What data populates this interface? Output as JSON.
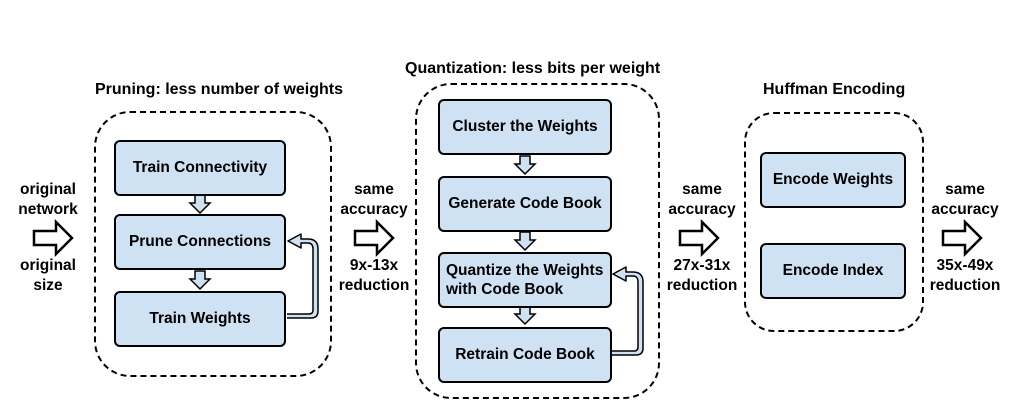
{
  "stages": {
    "pruning": {
      "title": "Pruning: less number of weights",
      "steps": [
        "Train Connectivity",
        "Prune Connections",
        "Train Weights"
      ]
    },
    "quantization": {
      "title": "Quantization: less bits per weight",
      "steps": [
        "Cluster the Weights",
        "Generate Code Book",
        "Quantize the Weights\nwith Code Book",
        "Retrain Code Book"
      ]
    },
    "huffman": {
      "title": "Huffman Encoding",
      "steps": [
        "Encode Weights",
        "Encode Index"
      ]
    }
  },
  "annotations": {
    "input_top": "original\nnetwork",
    "input_bottom": "original\nsize",
    "after_pruning_top": "same\naccuracy",
    "after_pruning_bottom": "9x-13x\nreduction",
    "after_quant_top": "same\naccuracy",
    "after_quant_bottom": "27x-31x\nreduction",
    "after_huffman_top": "same\naccuracy",
    "after_huffman_bottom": "35x-49x\nreduction"
  },
  "colors": {
    "box_fill": "#cfe2f3",
    "stroke": "#000000",
    "background": "#ffffff"
  }
}
